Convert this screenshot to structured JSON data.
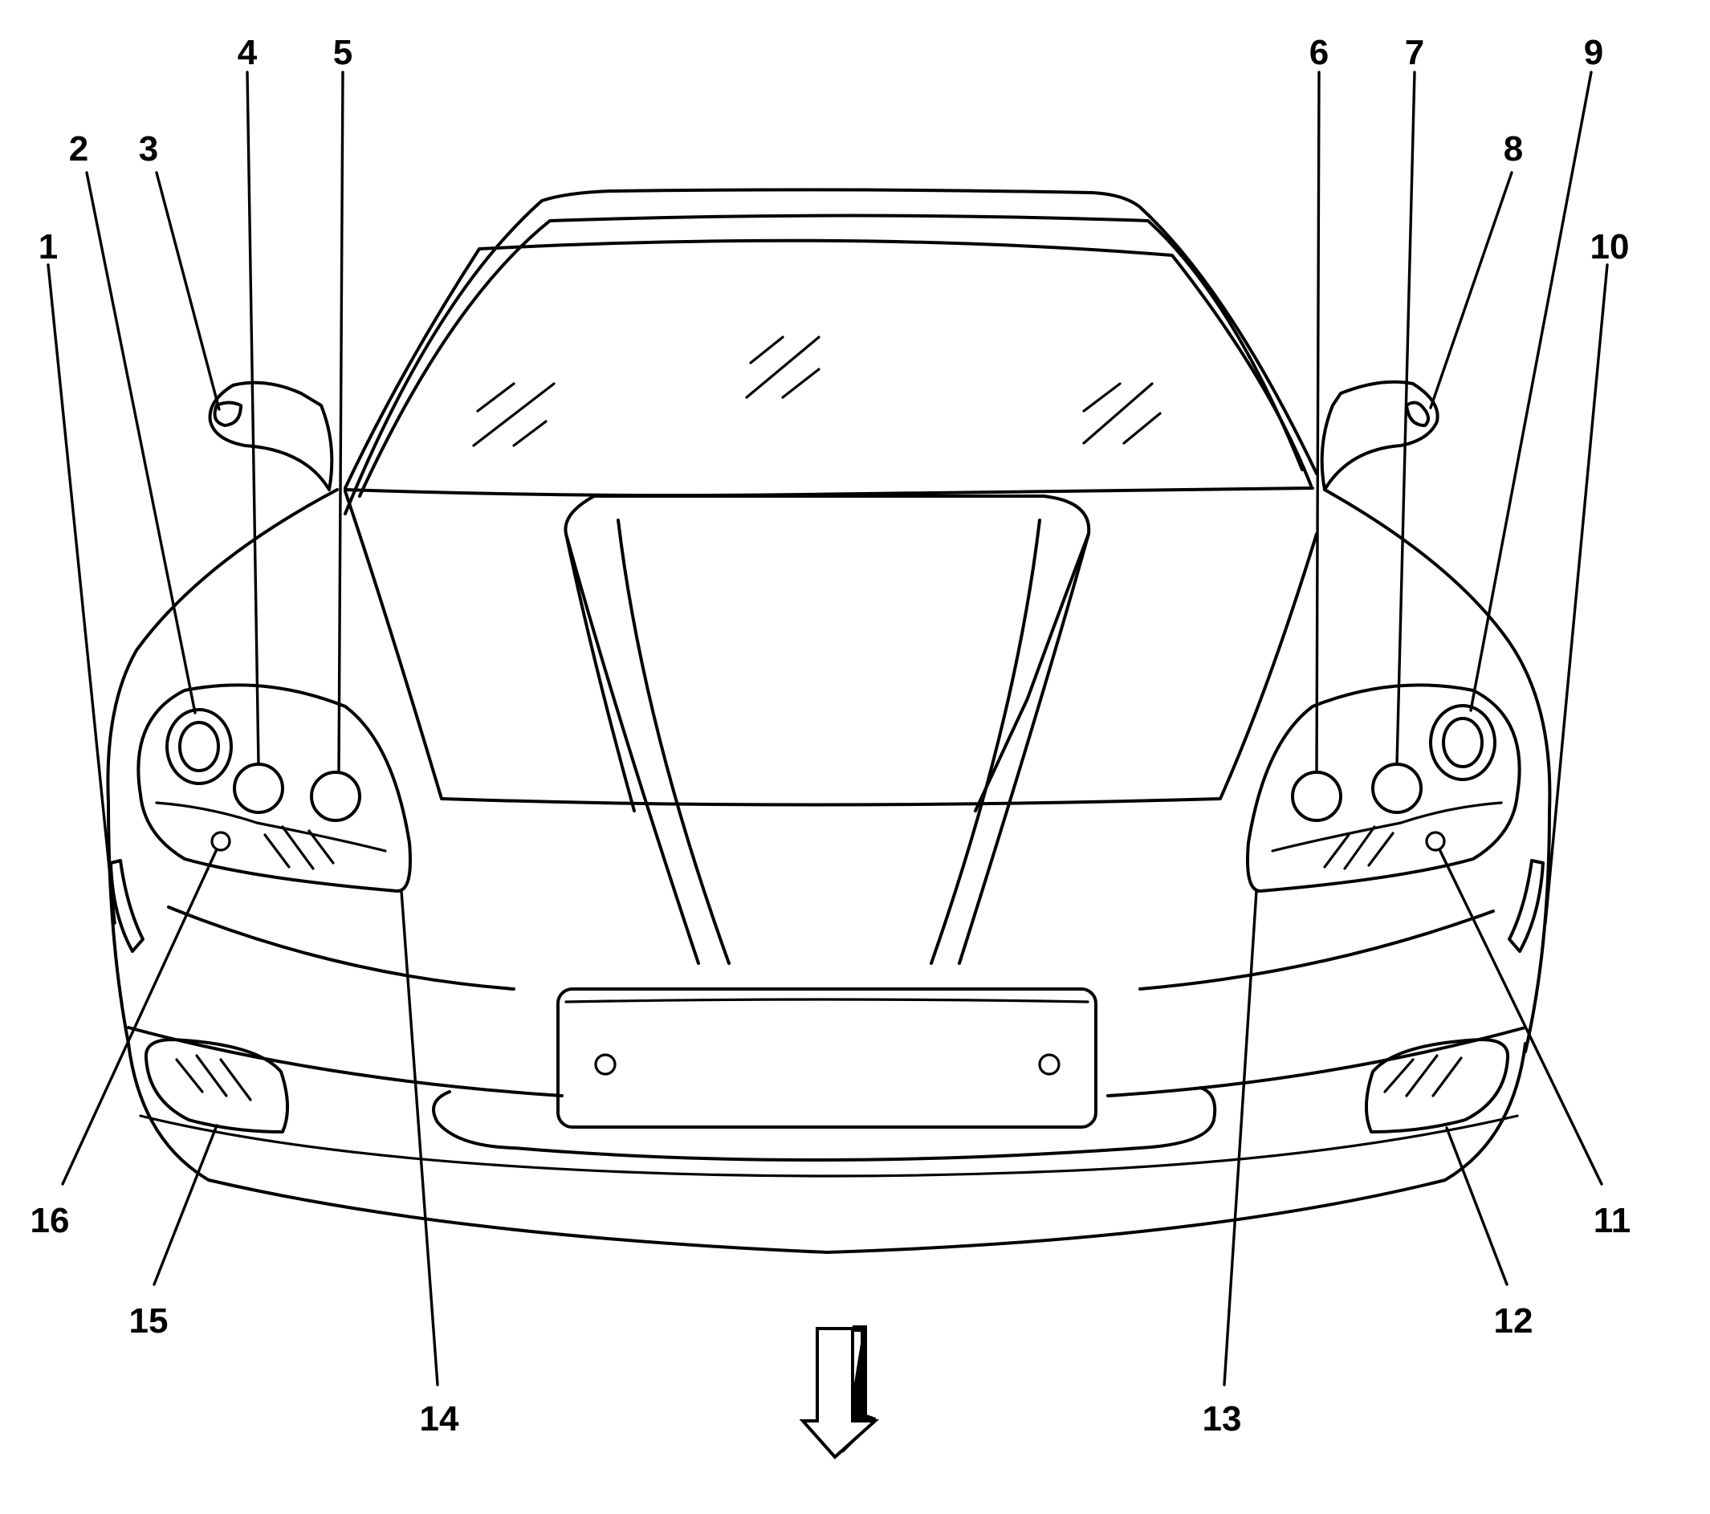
{
  "figure": {
    "subject": "Vehicle front view (exterior lighting locations)",
    "direction_arrow": "forward"
  },
  "callouts": [
    {
      "id": "1",
      "label": "1"
    },
    {
      "id": "2",
      "label": "2"
    },
    {
      "id": "3",
      "label": "3"
    },
    {
      "id": "4",
      "label": "4"
    },
    {
      "id": "5",
      "label": "5"
    },
    {
      "id": "6",
      "label": "6"
    },
    {
      "id": "7",
      "label": "7"
    },
    {
      "id": "8",
      "label": "8"
    },
    {
      "id": "9",
      "label": "9"
    },
    {
      "id": "10",
      "label": "10"
    },
    {
      "id": "11",
      "label": "11"
    },
    {
      "id": "12",
      "label": "12"
    },
    {
      "id": "13",
      "label": "13"
    },
    {
      "id": "14",
      "label": "14"
    },
    {
      "id": "15",
      "label": "15"
    },
    {
      "id": "16",
      "label": "16"
    }
  ]
}
